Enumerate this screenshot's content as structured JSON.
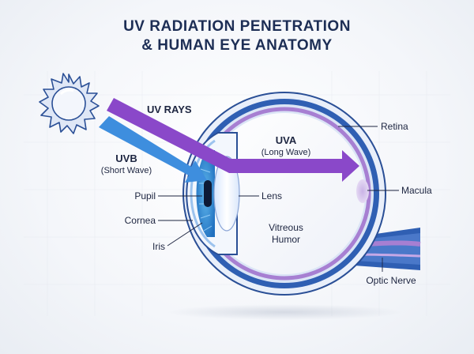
{
  "title": {
    "line1": "UV RADIATION PENETRATION",
    "line2": "& HUMAN EYE ANATOMY"
  },
  "rays": {
    "uv_rays": "UV RAYS",
    "uvb": "UVB",
    "uvb_sub": "(Short Wave)",
    "uva": "UVA",
    "uva_sub": "(Long Wave)"
  },
  "labels": {
    "retina": "Retina",
    "macula": "Macula",
    "lens": "Lens",
    "pupil": "Pupil",
    "cornea": "Cornea",
    "iris": "Iris",
    "vitreous_1": "Vitreous",
    "vitreous_2": "Humor",
    "optic_nerve": "Optic Nerve"
  },
  "icons": {
    "sun": "sun-icon"
  },
  "colors": {
    "title": "#1d2e55",
    "uvb_arrow": "#3e8ede",
    "uva_arrow": "#8a48c9",
    "sclera_blue": "#2f5fb3",
    "retina_purple": "#a77fd2",
    "lens": "#eaf1ff"
  }
}
